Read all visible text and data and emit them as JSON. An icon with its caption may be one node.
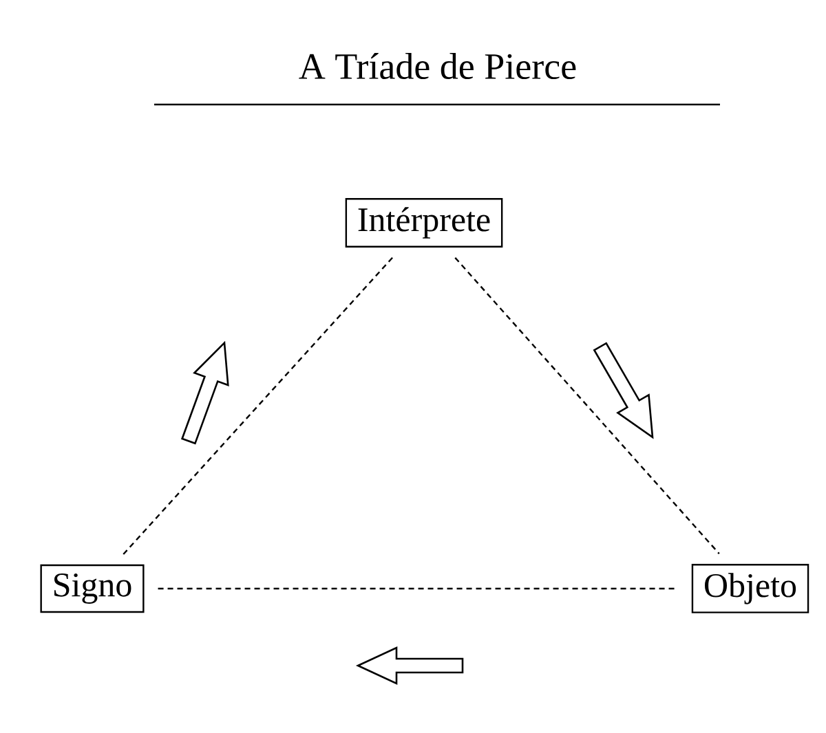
{
  "diagram": {
    "title": "A Tríade de Pierce",
    "nodes": [
      {
        "text": [
          "Intérprete"
        ]
      },
      {
        "text": [
          "Signo"
        ]
      },
      {
        "text": [
          "Objeto"
        ]
      }
    ],
    "edges": [
      {
        "from": 1,
        "to": 0,
        "arrow": "none",
        "style": "dashed"
      },
      {
        "from": 0,
        "to": 2,
        "arrow": "none",
        "style": "dashed"
      },
      {
        "from": 1,
        "to": 2,
        "arrow": "none",
        "style": "dashed"
      }
    ]
  }
}
